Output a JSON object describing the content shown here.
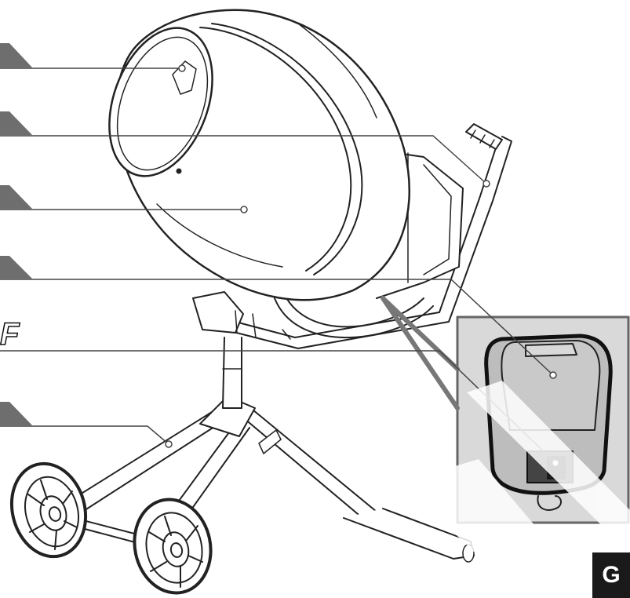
{
  "stamp_text": "F",
  "page_badge": "G",
  "colors": {
    "callout_tab": "#6e6e6e",
    "inset_bg": "#d9d9d9",
    "watermark": "#ffffff",
    "badge_bg": "#1a1a1a"
  },
  "callouts": [
    {
      "id": "callout-1",
      "target": "drum-opening-paddle"
    },
    {
      "id": "callout-2",
      "target": "push-handle"
    },
    {
      "id": "callout-3",
      "target": "mixing-drum"
    },
    {
      "id": "callout-4",
      "target": "motor-cover"
    },
    {
      "id": "callout-5",
      "target": "power-switch"
    },
    {
      "id": "callout-6",
      "target": "frame-stand"
    }
  ]
}
